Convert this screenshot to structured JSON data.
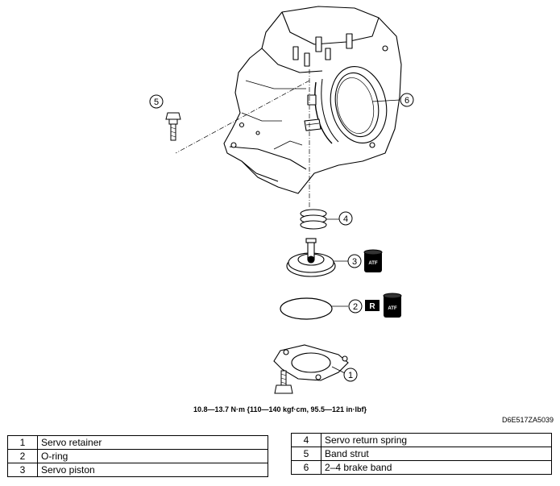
{
  "callouts": [
    "1",
    "2",
    "3",
    "4",
    "5",
    "6"
  ],
  "icons": {
    "atf_label": "ATF",
    "r_label": "R"
  },
  "torque_spec": "10.8—13.7 N·m {110—140 kgf·cm, 95.5—121 in·lbf}",
  "diagram_ref": "D6E517ZA5039",
  "legend_left": [
    {
      "num": "1",
      "name": "Servo retainer"
    },
    {
      "num": "2",
      "name": "O-ring"
    },
    {
      "num": "3",
      "name": "Servo piston"
    }
  ],
  "legend_right": [
    {
      "num": "4",
      "name": "Servo return spring"
    },
    {
      "num": "5",
      "name": "Band strut"
    },
    {
      "num": "6",
      "name": "2–4 brake band"
    }
  ]
}
